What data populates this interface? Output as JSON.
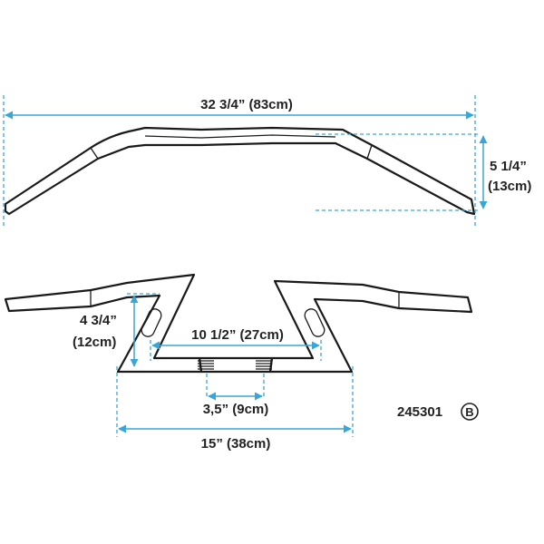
{
  "colors": {
    "dimension": "#3aa6d8",
    "outline": "#1a1a1a",
    "background": "#ffffff"
  },
  "top_view": {
    "width_label": "32 3/4” (83cm)",
    "rise_label_line1": "5 1/4”",
    "rise_label_line2": "(13cm)"
  },
  "front_view": {
    "height_label_line1": "4 3/4”",
    "height_label_line2": "(12cm)",
    "inner_width_label": "10 1/2” (27cm)",
    "center_label": "3,5” (9cm)",
    "base_width_label": "15” (38cm)"
  },
  "part": {
    "number": "245301",
    "variant": "B"
  }
}
